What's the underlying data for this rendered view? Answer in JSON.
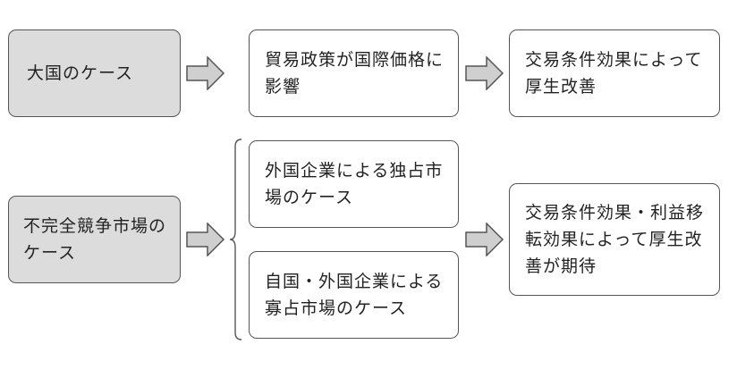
{
  "row1": {
    "left": "大国のケース",
    "middle": "貿易政策が国際価格に影響",
    "right": "交易条件効果によって厚生改善"
  },
  "row2": {
    "left": "不完全競争市場のケース",
    "middle_top": "外国企業による独占市場のケース",
    "middle_bottom": "自国・外国企業による寡占市場のケース",
    "right": "交易条件効果・利益移転効果によって厚生改善が期待"
  },
  "colors": {
    "box_border": "#555555",
    "grey_fill": "#dcdcdc",
    "arrow_fill": "#cfcfcf"
  }
}
